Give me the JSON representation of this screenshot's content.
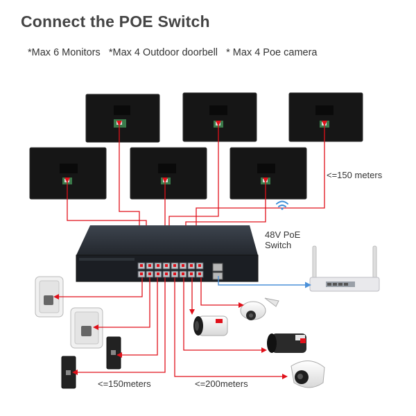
{
  "title": "Connect the POE Switch",
  "limits": [
    "*Max 6 Monitors",
    "*Max 4 Outdoor doorbell",
    "* Max 4 Poe camera"
  ],
  "labels": {
    "distance_monitors": "<=150 meters",
    "switch_line1": "48V PoE",
    "switch_line2": "Switch",
    "distance_doorbells": "<=150meters",
    "distance_cameras": "<=200meters"
  },
  "colors": {
    "cable": "#e0101a",
    "network": "#4a90d9",
    "monitor": "#1a1a1a",
    "switch": "#2b3038",
    "router": "#e8e8ea"
  },
  "devices": {
    "monitor_count": 6,
    "doorbell_count": 4,
    "camera_count": 4,
    "router_count": 1
  }
}
